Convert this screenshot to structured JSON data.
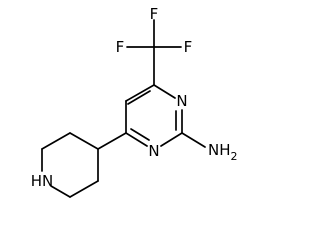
{
  "molecule": {
    "atoms": {
      "fluorine_left": "F",
      "fluorine_right": "F",
      "fluorine_bottom": "F",
      "ring_nitrogen_top": "N",
      "ring_nitrogen_bottom": "N",
      "amine": "NH2",
      "piperidine_nitrogen": "HN"
    }
  }
}
